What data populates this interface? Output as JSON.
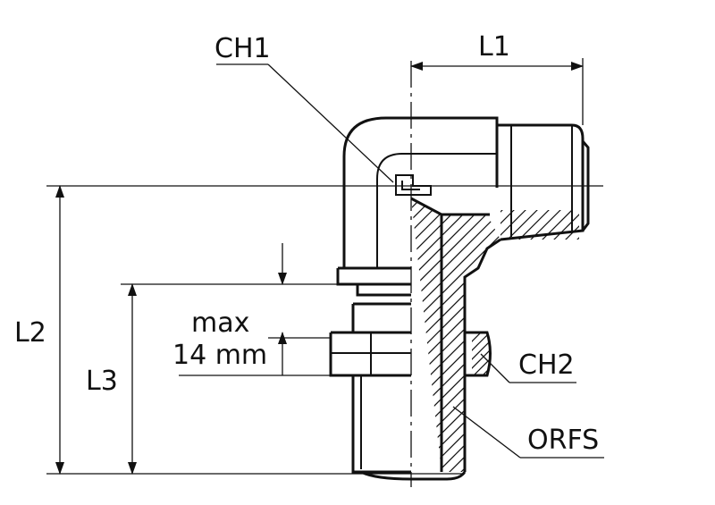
{
  "labels": {
    "ch1": "CH1",
    "l1": "L1",
    "l2": "L2",
    "l3": "L3",
    "max": "max",
    "mm": "14 mm",
    "ch2": "CH2",
    "orfs": "ORFS"
  },
  "colors": {
    "line": "#111111",
    "background": "#ffffff"
  }
}
